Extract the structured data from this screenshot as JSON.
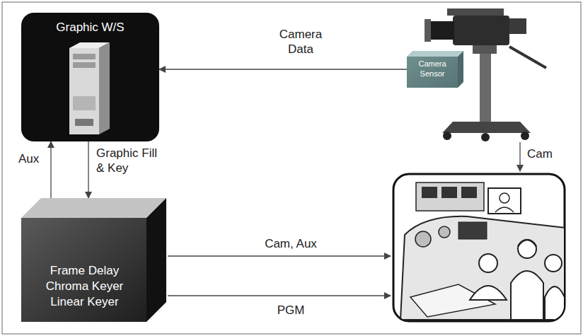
{
  "diagram": {
    "nodes": [
      {
        "text": [
          "Graphic W/S"
        ]
      },
      {
        "text": [
          "Camera Sensor"
        ]
      },
      {
        "text": [
          "Frame Delay",
          "Chroma Keyer",
          "Linear Keyer"
        ]
      }
    ],
    "edges": [
      {
        "from": 1,
        "to": 0,
        "arrow": "to",
        "label": "Camera Data"
      },
      {
        "from": 2,
        "to": 0,
        "arrow": "to",
        "label": "Aux"
      },
      {
        "from": 0,
        "to": 2,
        "arrow": "to",
        "label": "Graphic Fill & Key"
      }
    ],
    "labels": [
      "Cam",
      "Cam, Aux",
      "PGM"
    ]
  }
}
